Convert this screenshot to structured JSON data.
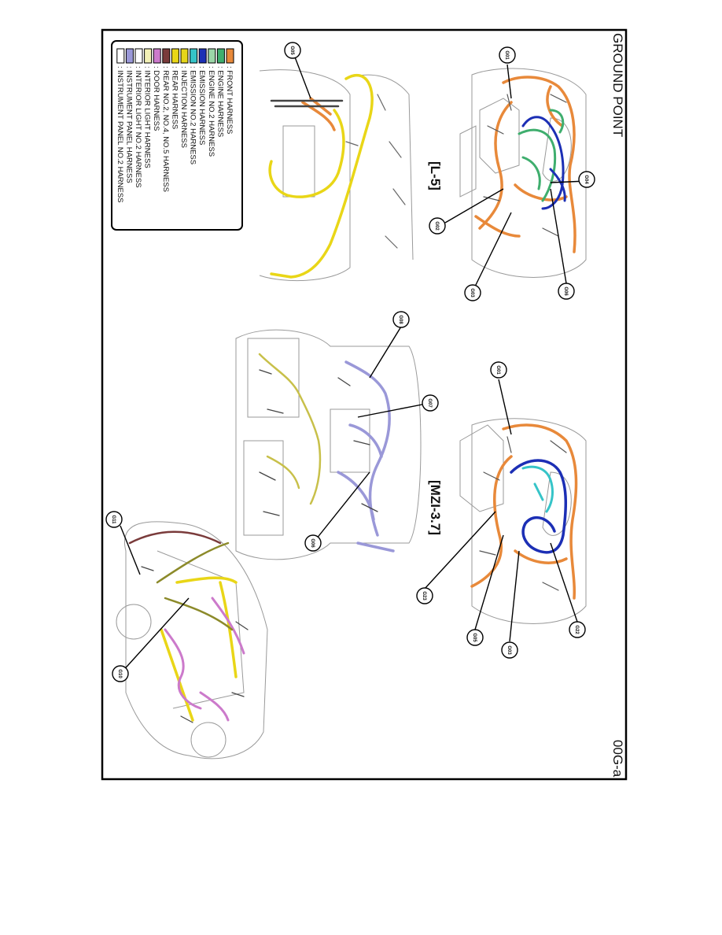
{
  "page": {
    "title": "GROUND POINT",
    "figure_code": "00G-a"
  },
  "variants": {
    "l5": "[L-5]",
    "mzi": "[MZI-3.7]"
  },
  "legend": [
    {
      "key": "front",
      "label": ": FRONT HARNESS",
      "color": "#e8893a"
    },
    {
      "key": "engine",
      "label": ": ENGINE HARNESS",
      "color": "#3fae6e"
    },
    {
      "key": "engine2",
      "label": ": ENGINE NO.2 HARNESS",
      "color": "#9bd6a8"
    },
    {
      "key": "emission",
      "label": ": EMISSION HARNESS",
      "color": "#1c2fb5"
    },
    {
      "key": "emission2",
      "label": ": EMISSION NO.2 HARNESS",
      "color": "#36c4c8"
    },
    {
      "key": "injection",
      "label": ": INJECTION HARNESS",
      "color": "#e6d619"
    },
    {
      "key": "rear",
      "label": ": REAR HARNESS",
      "color": "#e9d617"
    },
    {
      "key": "rear2",
      "label": ": REAR NO.2, NO.4, NO.5 HARNESS",
      "color": "#7a3b3b"
    },
    {
      "key": "door",
      "label": ": DOOR HARNESS",
      "color": "#cc7acb"
    },
    {
      "key": "interior",
      "label": ": INTERIOR LIGHT HARNESS",
      "color": "#f3f1b6"
    },
    {
      "key": "interior2",
      "label": ": INTERIOR LIGHT NO.2 HARNESS",
      "color": "#ffffff"
    },
    {
      "key": "ip",
      "label": ": INSTRUMENT PANEL HARNESS",
      "color": "#9a98d8"
    },
    {
      "key": "ip2",
      "label": ": INSTRUMENT PANEL NO.2 HARNESS",
      "color": "#ffffff"
    }
  ],
  "ground_points": {
    "g01a": "G01",
    "g02": "G02",
    "g03": "G03",
    "g04": "G04",
    "g05a": "G05",
    "g01b": "G01",
    "g22": "G22",
    "g03b": "G03",
    "g23": "G23",
    "g05b": "G05",
    "g06": "G06",
    "g07": "G07",
    "g08": "G08",
    "g10": "G10",
    "g11": "G11"
  }
}
